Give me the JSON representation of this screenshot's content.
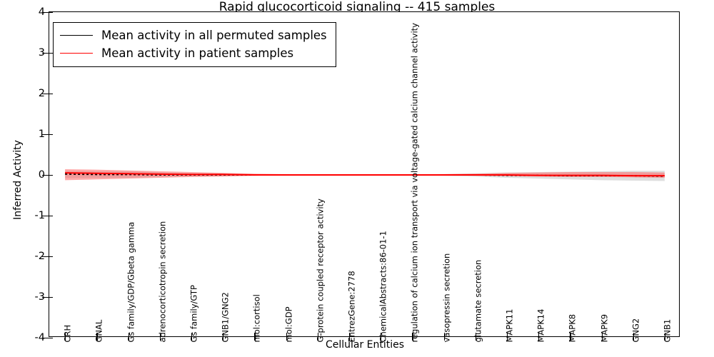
{
  "chart_data": {
    "type": "line",
    "title": "Rapid glucocorticoid signaling -- 415 samples",
    "xlabel": "Cellular Entities",
    "ylabel": "Inferred Activity",
    "ylim": [
      -4,
      4
    ],
    "yticks": [
      -4,
      -3,
      -2,
      -1,
      0,
      1,
      2,
      3,
      4
    ],
    "ytick_labels": [
      "-4",
      "-3",
      "-2",
      "-1",
      "0",
      "1",
      "2",
      "3",
      "4"
    ],
    "grid": false,
    "legend_position": "upper left",
    "categories": [
      "CRH",
      "GNAL",
      "Gs family/GDP/Gbeta gamma",
      "adrenocorticotropin secretion",
      "Gs family/GTP",
      "GNB1/GNG2",
      "mol:cortisol",
      "mol:GDP",
      "G-protein coupled receptor activity",
      "EntrezGene:2778",
      "ChemicalAbstracts:86-01-1",
      "regulation of calcium ion transport via voltage-gated calcium channel activity",
      "vasopressin secretion",
      "glutamate secretion",
      "MAPK11",
      "MAPK14",
      "MAPK8",
      "MAPK9",
      "GNG2",
      "GNB1"
    ],
    "series": [
      {
        "name": "Mean activity in all permuted samples",
        "color": "#000000",
        "style": "dotted",
        "band_color": "#b0b0b0",
        "values": [
          0.02,
          0.01,
          0.01,
          0.0,
          0.0,
          0.0,
          0.0,
          0.0,
          0.0,
          0.0,
          0.0,
          0.0,
          0.0,
          0.0,
          -0.01,
          -0.01,
          -0.02,
          -0.02,
          -0.02,
          -0.03
        ],
        "band_lower": [
          -0.08,
          -0.07,
          -0.07,
          -0.05,
          -0.04,
          -0.03,
          -0.02,
          -0.01,
          -0.01,
          -0.01,
          -0.01,
          -0.01,
          -0.02,
          -0.04,
          -0.07,
          -0.09,
          -0.11,
          -0.13,
          -0.14,
          -0.15
        ],
        "band_upper": [
          0.1,
          0.09,
          0.09,
          0.07,
          0.05,
          0.04,
          0.02,
          0.01,
          0.01,
          0.01,
          0.01,
          0.01,
          0.02,
          0.04,
          0.06,
          0.07,
          0.08,
          0.09,
          0.1,
          0.1
        ]
      },
      {
        "name": "Mean activity in patient samples",
        "color": "#ff0000",
        "style": "solid",
        "band_color": "#ff6666",
        "values": [
          0.05,
          0.04,
          0.03,
          0.02,
          0.01,
          0.01,
          0.0,
          0.0,
          0.0,
          0.0,
          0.0,
          0.0,
          0.0,
          0.0,
          0.0,
          -0.01,
          -0.01,
          -0.01,
          -0.02,
          -0.02
        ],
        "band_lower": [
          -0.13,
          -0.11,
          -0.09,
          -0.07,
          -0.05,
          -0.04,
          -0.02,
          -0.01,
          -0.01,
          -0.01,
          -0.01,
          -0.01,
          -0.01,
          -0.02,
          -0.03,
          -0.04,
          -0.05,
          -0.05,
          -0.06,
          -0.07
        ],
        "band_upper": [
          0.14,
          0.13,
          0.11,
          0.09,
          0.07,
          0.05,
          0.03,
          0.02,
          0.01,
          0.01,
          0.01,
          0.01,
          0.02,
          0.03,
          0.05,
          0.06,
          0.07,
          0.07,
          0.07,
          0.06
        ]
      }
    ],
    "legend_entries": [
      {
        "label": "Mean activity in all permuted samples",
        "color": "#000000"
      },
      {
        "label": "Mean activity in patient samples",
        "color": "#ff0000"
      }
    ]
  }
}
